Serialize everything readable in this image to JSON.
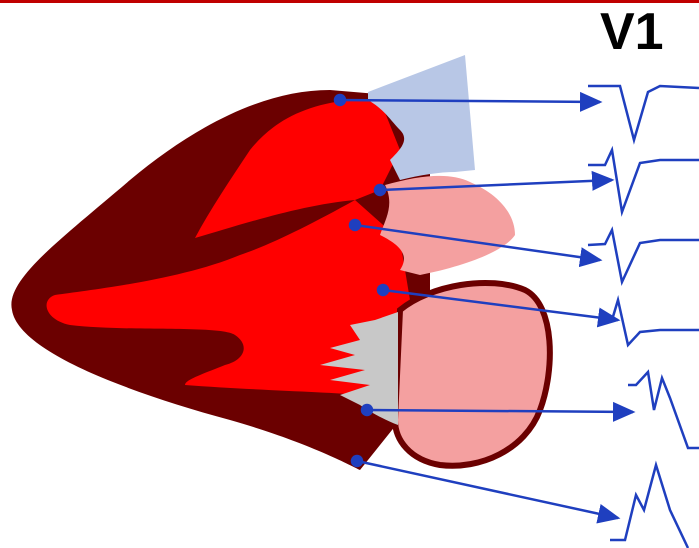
{
  "lead_label": "V1",
  "colors": {
    "accent_line": "#c00000",
    "myocardium_dark": "#6b0000",
    "myocardium_bright": "#ff0000",
    "infarct_core": "#ff0000",
    "septal_region": "#b8c7e6",
    "atrial_region": "#f4a0a0",
    "valve_region": "#c8c8c8",
    "arrow": "#1f3fbf",
    "ecg_trace": "#1f3fbf"
  },
  "ecg_panels": [
    {
      "name": "ecg-trace-1",
      "shape": "QS"
    },
    {
      "name": "ecg-trace-2",
      "shape": "rS"
    },
    {
      "name": "ecg-trace-3",
      "shape": "rS"
    },
    {
      "name": "ecg-trace-4",
      "shape": "RS"
    },
    {
      "name": "ecg-trace-5",
      "shape": "R"
    },
    {
      "name": "ecg-trace-6",
      "shape": "R"
    }
  ]
}
